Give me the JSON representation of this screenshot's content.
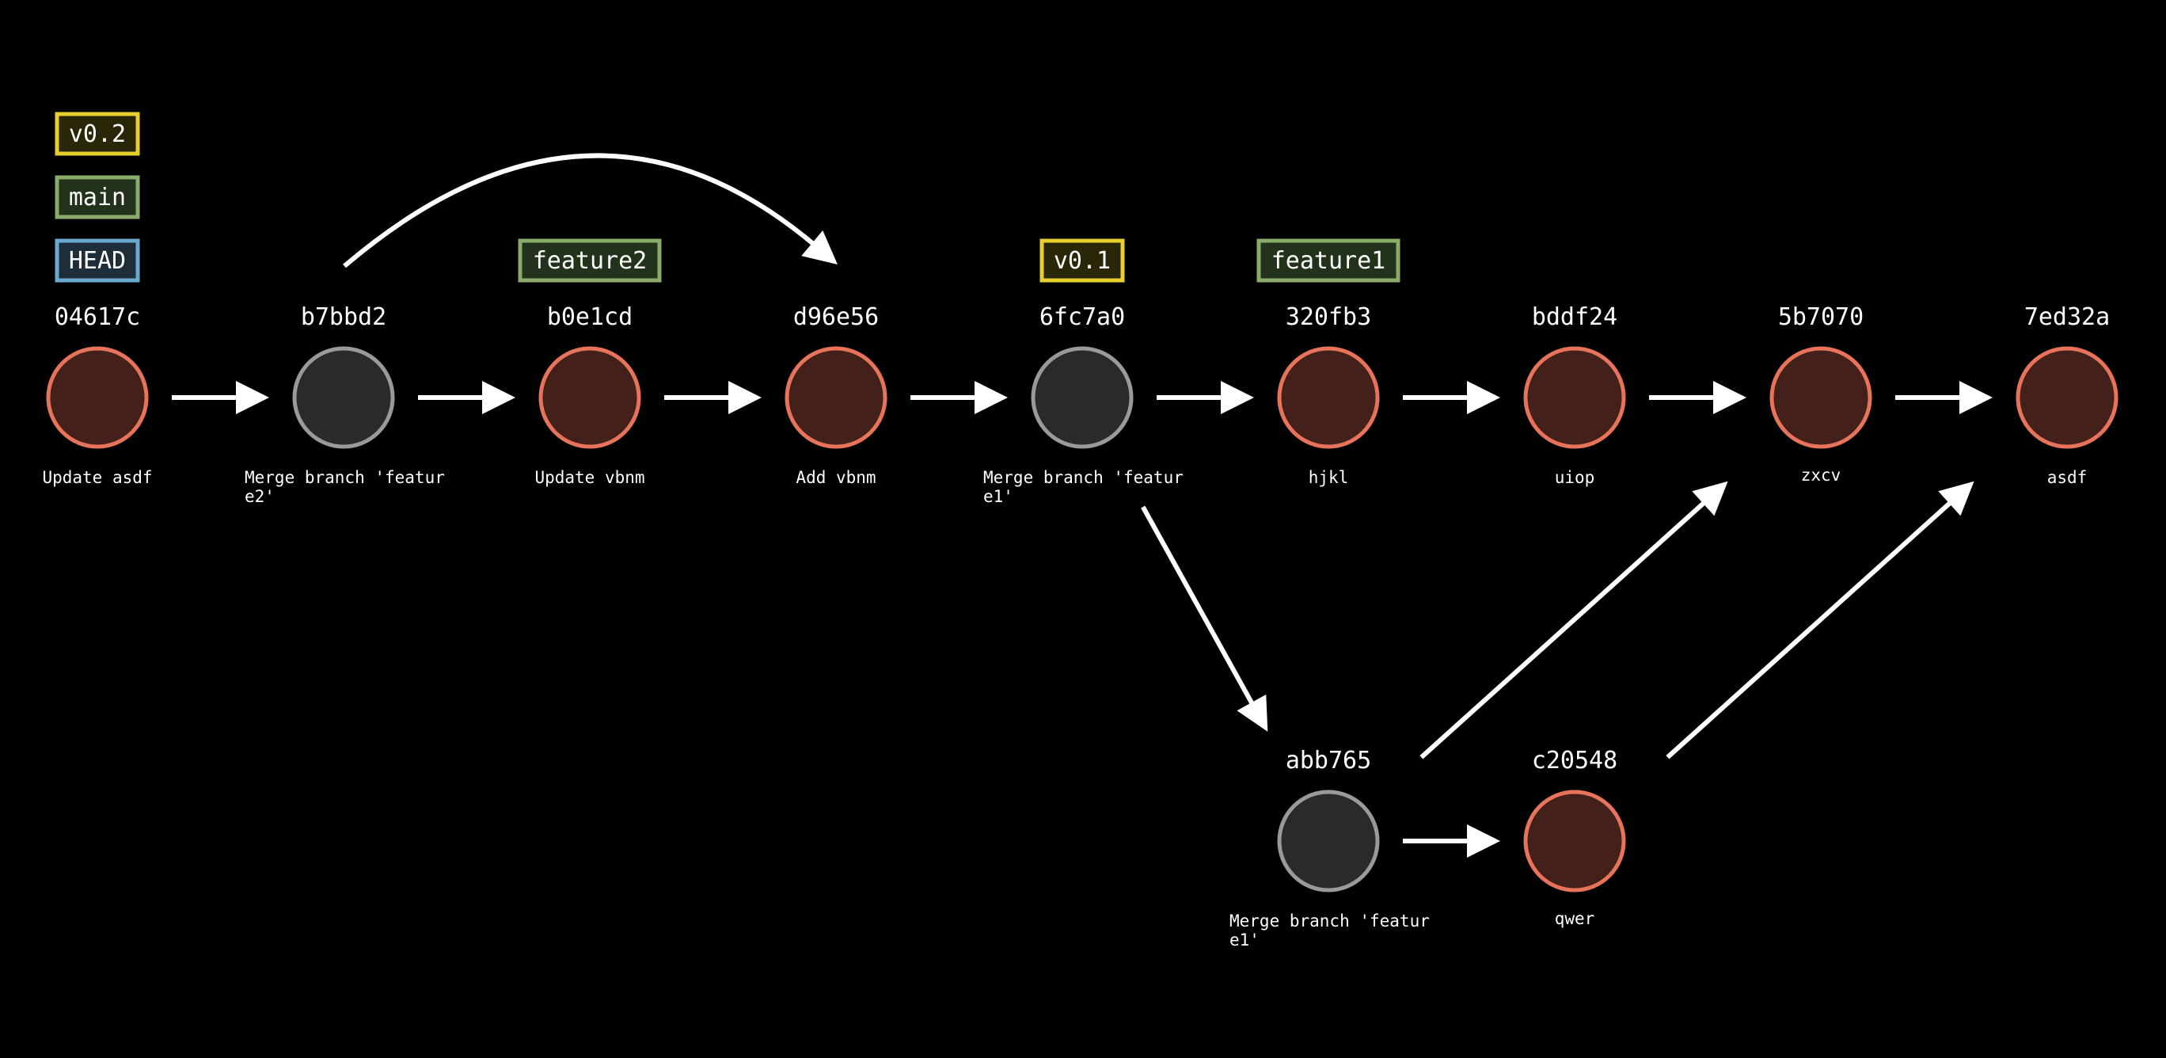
{
  "colors": {
    "background": "#000000",
    "commit_fill": "#43201a",
    "commit_stroke": "#e8735b",
    "merge_fill": "#2a2a2a",
    "merge_stroke": "#9a9a9a",
    "tag_yellow": "#e6cf2e",
    "tag_green": "#8aaa6a",
    "tag_blue": "#6aa8cf",
    "tag_green_fill": "#23331b",
    "tag_blue_fill": "#1d2d3a",
    "tag_yellow_fill": "#2a2608",
    "edge": "#ffffff"
  },
  "commits": [
    {
      "id": "c0",
      "hash": "04617c",
      "message": [
        "Update asdf"
      ],
      "kind": "commit"
    },
    {
      "id": "c1",
      "hash": "b7bbd2",
      "message": [
        "Merge branch 'featur",
        "e2'"
      ],
      "kind": "merge"
    },
    {
      "id": "c2",
      "hash": "b0e1cd",
      "message": [
        "Update vbnm"
      ],
      "kind": "commit"
    },
    {
      "id": "c3",
      "hash": "d96e56",
      "message": [
        "Add vbnm"
      ],
      "kind": "commit"
    },
    {
      "id": "c4",
      "hash": "6fc7a0",
      "message": [
        "Merge branch 'featur",
        "e1'"
      ],
      "kind": "merge"
    },
    {
      "id": "c5",
      "hash": "320fb3",
      "message": [
        "hjkl"
      ],
      "kind": "commit"
    },
    {
      "id": "c6",
      "hash": "bddf24",
      "message": [
        "uiop"
      ],
      "kind": "commit"
    },
    {
      "id": "c7",
      "hash": "5b7070",
      "message": [
        "zxcv"
      ],
      "kind": "commit"
    },
    {
      "id": "c8",
      "hash": "7ed32a",
      "message": [
        "asdf"
      ],
      "kind": "commit"
    },
    {
      "id": "c9",
      "hash": "abb765",
      "message": [
        "Merge branch 'featur",
        "e1'"
      ],
      "kind": "merge"
    },
    {
      "id": "c10",
      "hash": "c20548",
      "message": [
        "qwer"
      ],
      "kind": "commit"
    }
  ],
  "refs": [
    {
      "label": "v0.2",
      "commit": "c0",
      "style": "yellow"
    },
    {
      "label": "main",
      "commit": "c0",
      "style": "green"
    },
    {
      "label": "HEAD",
      "commit": "c0",
      "style": "blue"
    },
    {
      "label": "feature2",
      "commit": "c2",
      "style": "green"
    },
    {
      "label": "v0.1",
      "commit": "c4",
      "style": "yellow"
    },
    {
      "label": "feature1",
      "commit": "c5",
      "style": "green"
    }
  ],
  "edges": [
    {
      "from": "c0",
      "to": "c1"
    },
    {
      "from": "c1",
      "to": "c2"
    },
    {
      "from": "c2",
      "to": "c3"
    },
    {
      "from": "c3",
      "to": "c4"
    },
    {
      "from": "c4",
      "to": "c5"
    },
    {
      "from": "c5",
      "to": "c6"
    },
    {
      "from": "c6",
      "to": "c7"
    },
    {
      "from": "c7",
      "to": "c8"
    },
    {
      "from": "c1",
      "to": "c3",
      "curved": true
    },
    {
      "from": "c4",
      "to": "c9"
    },
    {
      "from": "c9",
      "to": "c10"
    },
    {
      "from": "c9",
      "to": "c7"
    },
    {
      "from": "c10",
      "to": "c8"
    }
  ]
}
